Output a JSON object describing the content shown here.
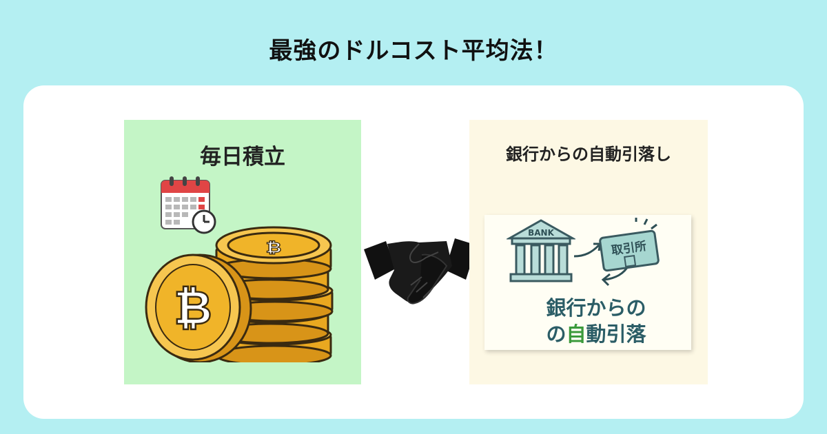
{
  "title": "最強のドルコスト平均法！",
  "left": {
    "heading": "毎日積立",
    "coin_symbol": "₿"
  },
  "right": {
    "heading": "銀行からの自動引落し",
    "bank_sign": "BANK",
    "exchange_sign": "取引所",
    "caption_line1": "銀行からの",
    "caption_line2_pre": "の",
    "caption_line2_highlight": "自",
    "caption_line2_post": "動引落"
  },
  "colors": {
    "background": "#b4eff2",
    "left_panel": "#c4f5c6",
    "right_panel": "#fdf8e4",
    "coin_gold": "#f0b429",
    "caption_teal": "#2b5d66",
    "highlight_green": "#3b9a3b"
  }
}
